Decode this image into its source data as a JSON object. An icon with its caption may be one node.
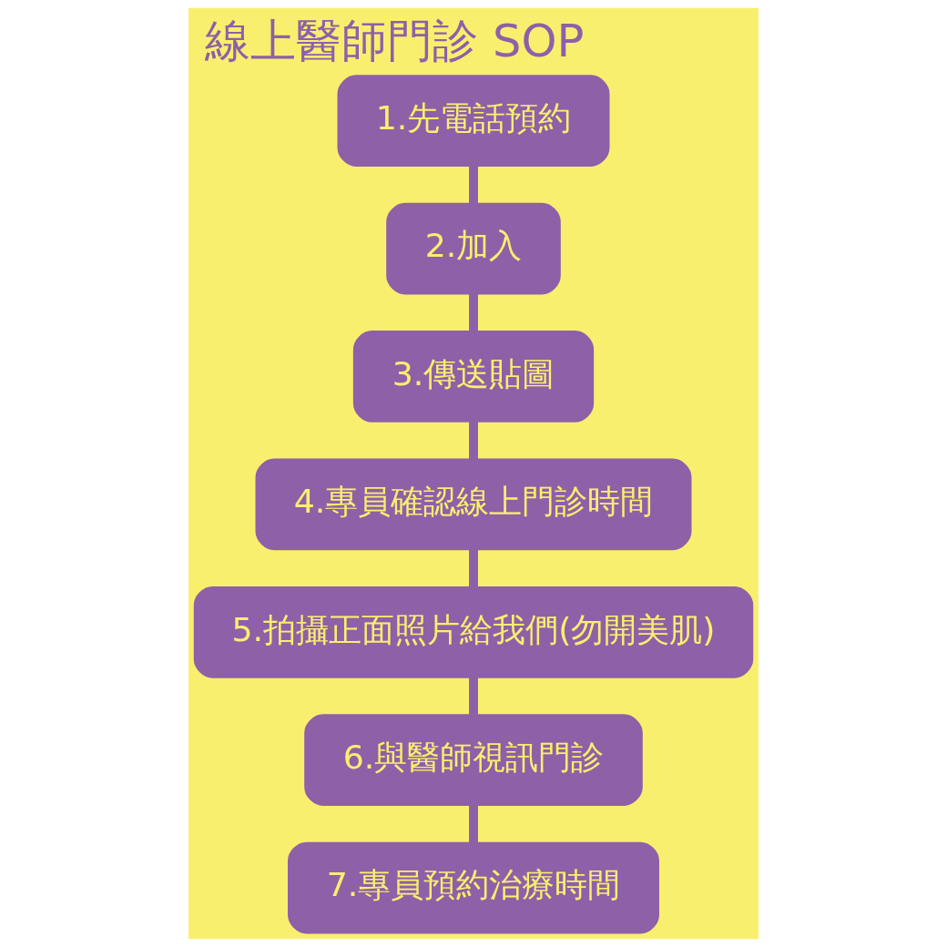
{
  "diagram": {
    "title": "線上醫師門診 SOP",
    "nodes": [
      {
        "text": [
          "1.先電話預約"
        ]
      },
      {
        "text": [
          "2.加入"
        ]
      },
      {
        "text": [
          "3.傳送貼圖"
        ]
      },
      {
        "text": [
          "4.專員確認線上門診時間"
        ]
      },
      {
        "text": [
          "5.拍攝正面照片給我們(勿開美肌)"
        ]
      },
      {
        "text": [
          "6.與醫師視訊門診"
        ]
      },
      {
        "text": [
          "7.專員預約治療時間"
        ]
      }
    ],
    "edges": [
      {
        "from": 0,
        "to": 1,
        "arrow": "none"
      },
      {
        "from": 1,
        "to": 2,
        "arrow": "none"
      },
      {
        "from": 2,
        "to": 3,
        "arrow": "none"
      },
      {
        "from": 3,
        "to": 4,
        "arrow": "none"
      },
      {
        "from": 4,
        "to": 5,
        "arrow": "none"
      },
      {
        "from": 5,
        "to": 6,
        "arrow": "none"
      }
    ]
  }
}
